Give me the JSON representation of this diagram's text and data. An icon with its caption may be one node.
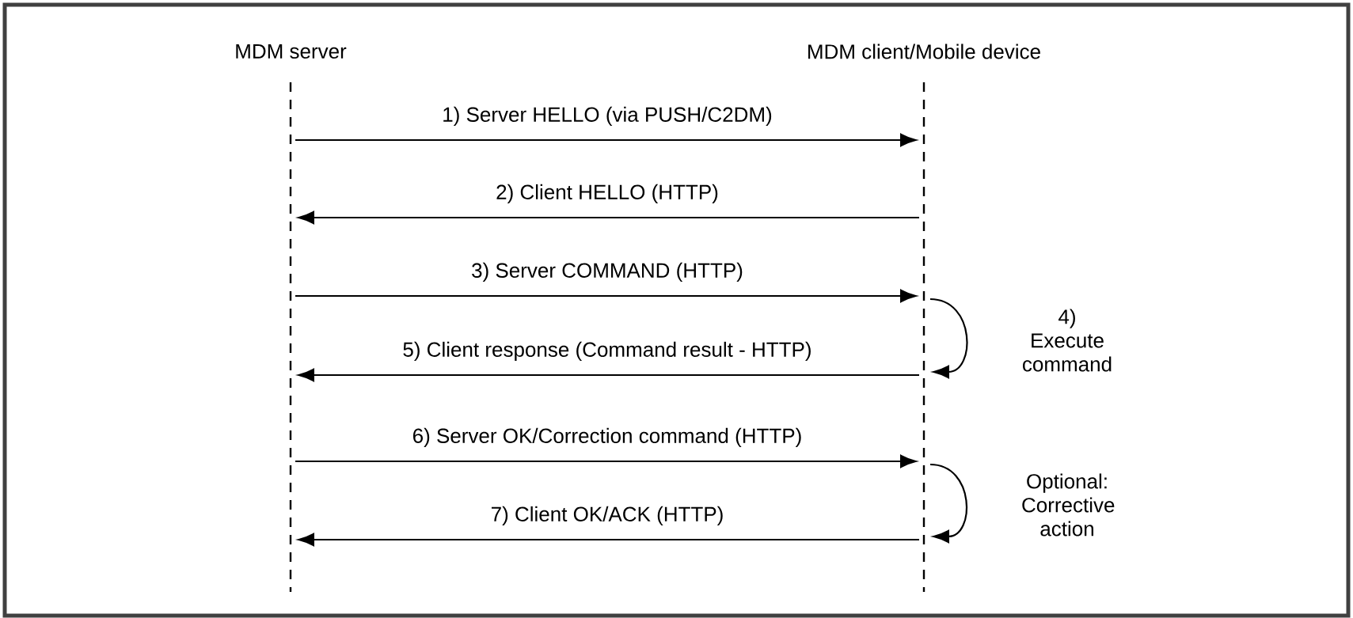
{
  "diagram": {
    "nodes": [
      {
        "text": [
          "MDM server"
        ]
      },
      {
        "text": [
          "MDM client/Mobile device"
        ]
      },
      {
        "text": [],
        "shape": "line"
      },
      {
        "text": [],
        "shape": "line"
      }
    ],
    "edges": [
      {
        "from": 2,
        "to": 3,
        "arrow": "to",
        "label": "1) Server HELLO (via PUSH/C2DM)"
      },
      {
        "from": 3,
        "to": 2,
        "arrow": "to",
        "label": "2) Client HELLO (HTTP)"
      },
      {
        "from": 2,
        "to": 3,
        "arrow": "to",
        "label": "3) Server COMMAND (HTTP)"
      },
      {
        "from": 3,
        "to": 3,
        "arrow": "to",
        "label": "4) Execute command"
      },
      {
        "from": 3,
        "to": 2,
        "arrow": "to",
        "label": "5) Client response (Command result - HTTP)"
      },
      {
        "from": 2,
        "to": 3,
        "arrow": "to",
        "label": "6) Server OK/Correction command (HTTP)"
      },
      {
        "from": 3,
        "to": 3,
        "arrow": "to",
        "label": "Optional: Corrective action"
      },
      {
        "from": 3,
        "to": 2,
        "arrow": "to",
        "label": "7) Client OK/ACK (HTTP)"
      }
    ]
  }
}
